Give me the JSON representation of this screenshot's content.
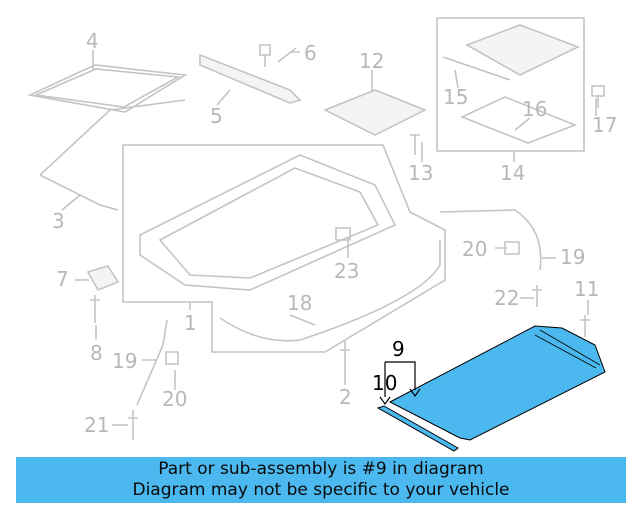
{
  "diagram": {
    "highlight_color": "#4bb9f0",
    "labels": {
      "l1": "1",
      "l2": "2",
      "l3": "3",
      "l4": "4",
      "l5": "5",
      "l6": "6",
      "l7": "7",
      "l8": "8",
      "l9": "9",
      "l10": "10",
      "l11": "11",
      "l12": "12",
      "l13": "13",
      "l14": "14",
      "l15": "15",
      "l16": "16",
      "l17": "17",
      "l18": "18",
      "l19a": "19",
      "l19b": "19",
      "l20a": "20",
      "l20b": "20",
      "l21": "21",
      "l22": "22",
      "l23": "23"
    }
  },
  "banner": {
    "line1": "Part or sub-assembly is #9 in diagram",
    "line2": "Diagram may not be specific to your vehicle"
  }
}
